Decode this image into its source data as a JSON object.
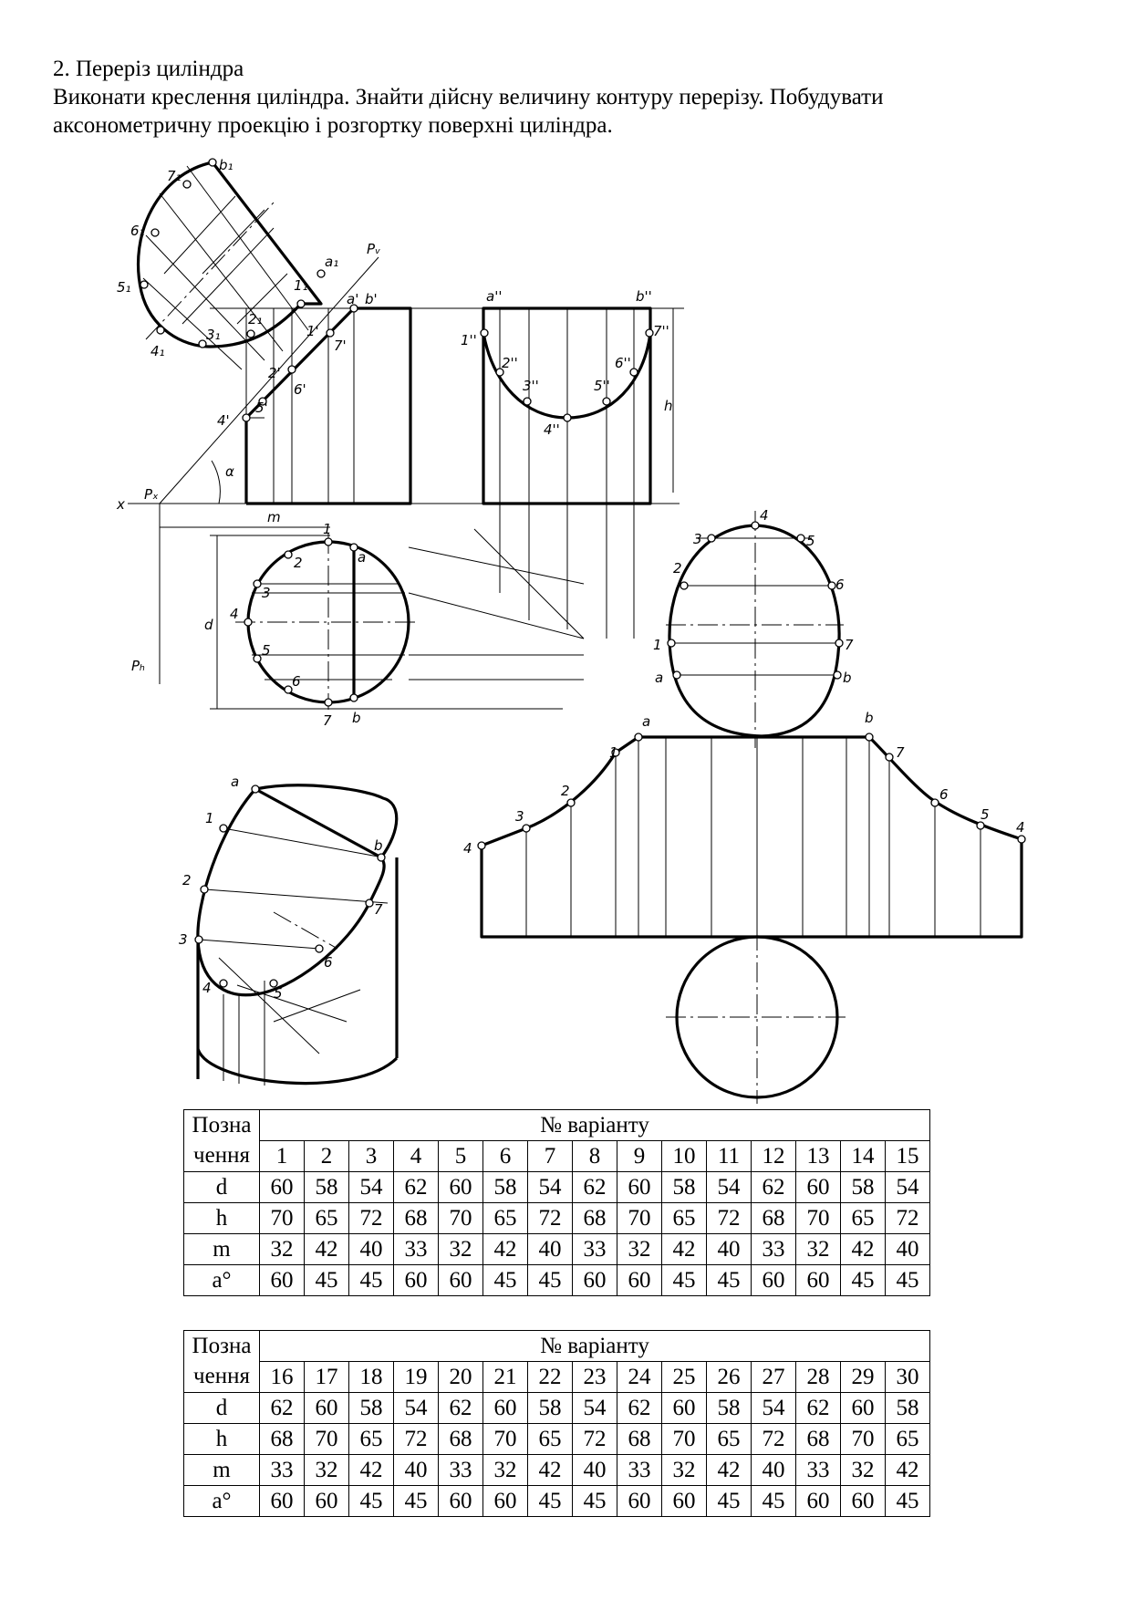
{
  "header": {
    "section_title": "2. Переріз циліндра",
    "task_line1": "Виконати креслення циліндра. Знайти дійсну величину контуру перерізу. Побудувати",
    "task_line2": "аксонометричну проекцію і розгортку поверхні циліндра."
  },
  "drawing_labels": {
    "true_shape": [
      "b₁",
      "7₁",
      "6₁",
      "5₁",
      "4₁",
      "3₁",
      "2₁",
      "1₁",
      "a₁"
    ],
    "plane_trace": "Pᵥ",
    "front_view": [
      "a'",
      "b'",
      "1'",
      "7'",
      "2'",
      "6'",
      "4'",
      "5'"
    ],
    "side_view": [
      "a''",
      "b''",
      "1''",
      "7''",
      "2''",
      "6''",
      "3''",
      "5''",
      "4''"
    ],
    "axis": [
      "x",
      "Pₓ",
      "α",
      "m",
      "d",
      "h",
      "Pₕ"
    ],
    "top_view": [
      "1",
      "2",
      "a",
      "3",
      "4",
      "5",
      "6",
      "7",
      "b"
    ],
    "development_oval": [
      "4",
      "3",
      "5",
      "2",
      "6",
      "1",
      "7",
      "a",
      "b"
    ],
    "development_curve": [
      "a",
      "b",
      "1",
      "7",
      "2",
      "6",
      "3",
      "5",
      "4",
      "4"
    ],
    "axonometric": [
      "a",
      "1",
      "b",
      "2",
      "7",
      "3",
      "6",
      "4",
      "5"
    ]
  },
  "tables": [
    {
      "header_col_top": "Позна",
      "header_col_bottom": "чення",
      "variant_header": "№ варіанту",
      "variants": [
        "1",
        "2",
        "3",
        "4",
        "5",
        "6",
        "7",
        "8",
        "9",
        "10",
        "11",
        "12",
        "13",
        "14",
        "15"
      ],
      "rows": [
        {
          "label": "d",
          "values": [
            "60",
            "58",
            "54",
            "62",
            "60",
            "58",
            "54",
            "62",
            "60",
            "58",
            "54",
            "62",
            "60",
            "58",
            "54"
          ]
        },
        {
          "label": "h",
          "values": [
            "70",
            "65",
            "72",
            "68",
            "70",
            "65",
            "72",
            "68",
            "70",
            "65",
            "72",
            "68",
            "70",
            "65",
            "72"
          ]
        },
        {
          "label": "m",
          "values": [
            "32",
            "42",
            "40",
            "33",
            "32",
            "42",
            "40",
            "33",
            "32",
            "42",
            "40",
            "33",
            "32",
            "42",
            "40"
          ]
        },
        {
          "label": "a°",
          "values": [
            "60",
            "45",
            "45",
            "60",
            "60",
            "45",
            "45",
            "60",
            "60",
            "45",
            "45",
            "60",
            "60",
            "45",
            "45"
          ]
        }
      ]
    },
    {
      "header_col_top": "Позна",
      "header_col_bottom": "чення",
      "variant_header": "№ варіанту",
      "variants": [
        "16",
        "17",
        "18",
        "19",
        "20",
        "21",
        "22",
        "23",
        "24",
        "25",
        "26",
        "27",
        "28",
        "29",
        "30"
      ],
      "rows": [
        {
          "label": "d",
          "values": [
            "62",
            "60",
            "58",
            "54",
            "62",
            "60",
            "58",
            "54",
            "62",
            "60",
            "58",
            "54",
            "62",
            "60",
            "58"
          ]
        },
        {
          "label": "h",
          "values": [
            "68",
            "70",
            "65",
            "72",
            "68",
            "70",
            "65",
            "72",
            "68",
            "70",
            "65",
            "72",
            "68",
            "70",
            "65"
          ]
        },
        {
          "label": "m",
          "values": [
            "33",
            "32",
            "42",
            "40",
            "33",
            "32",
            "42",
            "40",
            "33",
            "32",
            "42",
            "40",
            "33",
            "32",
            "42"
          ]
        },
        {
          "label": "a°",
          "values": [
            "60",
            "60",
            "45",
            "45",
            "60",
            "60",
            "45",
            "45",
            "60",
            "60",
            "45",
            "45",
            "60",
            "60",
            "45"
          ]
        }
      ]
    }
  ]
}
